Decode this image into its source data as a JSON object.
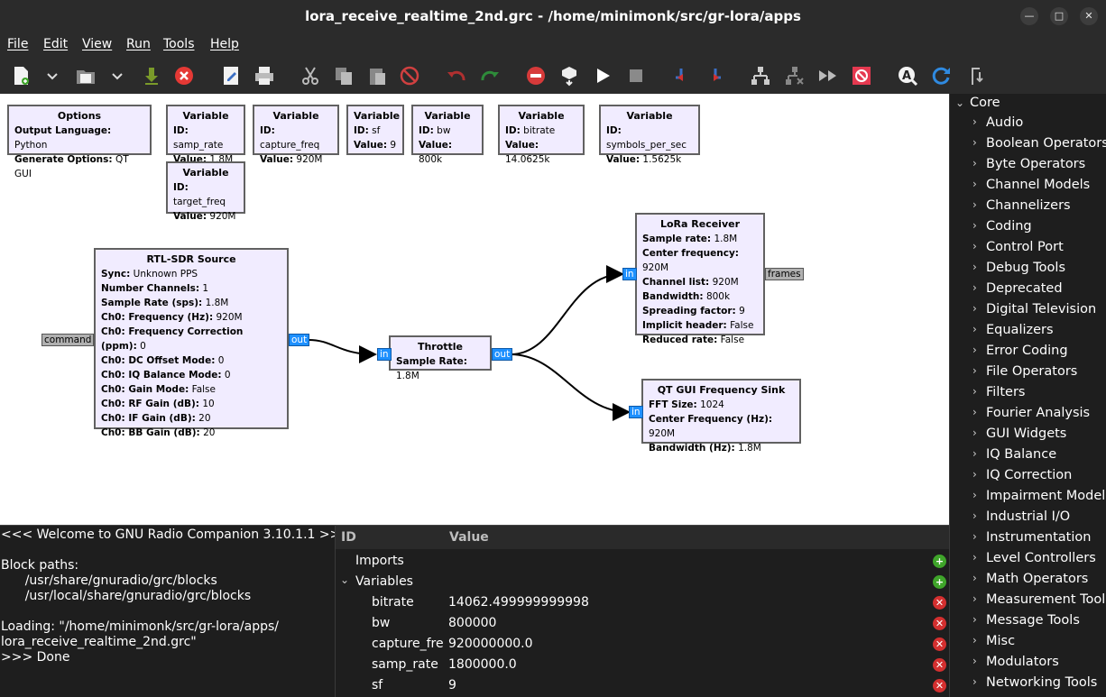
{
  "window": {
    "title": "lora_receive_realtime_2nd.grc - /home/minimonk/src/gr-lora/apps",
    "controls": [
      "minimize-icon",
      "maximize-icon",
      "close-icon"
    ]
  },
  "menu": [
    "File",
    "Edit",
    "View",
    "Run",
    "Tools",
    "Help"
  ],
  "toolbar_icons": [
    "new-file-icon",
    "dropdown-icon",
    "open-file-icon",
    "dropdown-icon",
    "save-icon",
    "close-icon",
    "edit-icon",
    "print-icon",
    "cut-icon",
    "copy-icon",
    "paste-icon",
    "delete-icon",
    "undo-icon",
    "redo-icon",
    "disable-icon",
    "generate-icon",
    "execute-icon",
    "stop-icon",
    "rotate-ccw-icon",
    "rotate-cw-icon",
    "create-hier-icon",
    "open-hier-icon",
    "bypass-icon",
    "kill-icon",
    "find-block-icon",
    "reload-icon",
    "more-icon"
  ],
  "blocks": {
    "options": {
      "title": "Options",
      "rows": [
        [
          "Output Language:",
          "Python"
        ],
        [
          "Generate Options:",
          "QT GUI"
        ]
      ]
    },
    "var_samp_rate": {
      "title": "Variable",
      "rows": [
        [
          "ID:",
          "samp_rate"
        ],
        [
          "Value:",
          "1.8M"
        ]
      ]
    },
    "var_capture_freq": {
      "title": "Variable",
      "rows": [
        [
          "ID:",
          "capture_freq"
        ],
        [
          "Value:",
          "920M"
        ]
      ]
    },
    "var_sf": {
      "title": "Variable",
      "rows": [
        [
          "ID:",
          "sf"
        ],
        [
          "Value:",
          "9"
        ]
      ]
    },
    "var_bw": {
      "title": "Variable",
      "rows": [
        [
          "ID:",
          "bw"
        ],
        [
          "Value:",
          "800k"
        ]
      ]
    },
    "var_bitrate": {
      "title": "Variable",
      "rows": [
        [
          "ID:",
          "bitrate"
        ],
        [
          "Value:",
          "14.0625k"
        ]
      ]
    },
    "var_symbols": {
      "title": "Variable",
      "rows": [
        [
          "ID:",
          "symbols_per_sec"
        ],
        [
          "Value:",
          "1.5625k"
        ]
      ]
    },
    "var_target": {
      "title": "Variable",
      "rows": [
        [
          "ID:",
          "target_freq"
        ],
        [
          "Value:",
          "920M"
        ]
      ]
    },
    "rtlsdr": {
      "title": "RTL-SDR Source",
      "rows": [
        [
          "Sync:",
          "Unknown PPS"
        ],
        [
          "Number Channels:",
          "1"
        ],
        [
          "Sample Rate (sps):",
          "1.8M"
        ],
        [
          "Ch0: Frequency (Hz):",
          "920M"
        ],
        [
          "Ch0: Frequency Correction (ppm):",
          "0"
        ],
        [
          "Ch0: DC Offset Mode:",
          "0"
        ],
        [
          "Ch0: IQ Balance Mode:",
          "0"
        ],
        [
          "Ch0: Gain Mode:",
          "False"
        ],
        [
          "Ch0: RF Gain (dB):",
          "10"
        ],
        [
          "Ch0: IF Gain (dB):",
          "20"
        ],
        [
          "Ch0: BB Gain (dB):",
          "20"
        ]
      ]
    },
    "throttle": {
      "title": "Throttle",
      "rows": [
        [
          "Sample Rate:",
          "1.8M"
        ]
      ]
    },
    "lora": {
      "title": "LoRa Receiver",
      "rows": [
        [
          "Sample rate:",
          "1.8M"
        ],
        [
          "Center frequency:",
          "920M"
        ],
        [
          "Channel list:",
          "920M"
        ],
        [
          "Bandwidth:",
          "800k"
        ],
        [
          "Spreading factor:",
          "9"
        ],
        [
          "Implicit header:",
          "False"
        ],
        [
          "Reduced rate:",
          "False"
        ]
      ]
    },
    "qtfreq": {
      "title": "QT GUI Frequency Sink",
      "rows": [
        [
          "FFT Size:",
          "1024"
        ],
        [
          "Center Frequency (Hz):",
          "920M"
        ],
        [
          "Bandwidth (Hz):",
          "1.8M"
        ]
      ]
    }
  },
  "ports": {
    "command": "command",
    "rtl_out": "out",
    "thr_in": "in",
    "thr_out": "out",
    "lora_in": "in",
    "frames": "frames",
    "qt_in": "in"
  },
  "console": {
    "text": "<<< Welcome to GNU Radio Companion 3.10.1.1 >>>\n\nBlock paths:\n      /usr/share/gnuradio/grc/blocks\n      /usr/local/share/gnuradio/grc/blocks\n\nLoading: \"/home/minimonk/src/gr-lora/apps/\nlora_receive_realtime_2nd.grc\"\n>>> Done"
  },
  "variables_panel": {
    "col_id": "ID",
    "col_value": "Value",
    "rows": [
      {
        "name": "Imports",
        "value": "",
        "action": "add"
      },
      {
        "name": "Variables",
        "value": "",
        "action": "add",
        "expander": "⌄"
      },
      {
        "name": "bitrate",
        "value": "14062.499999999998",
        "action": "del"
      },
      {
        "name": "bw",
        "value": "800000",
        "action": "del"
      },
      {
        "name": "capture_fre",
        "value": "920000000.0",
        "action": "del"
      },
      {
        "name": "samp_rate",
        "value": "1800000.0",
        "action": "del"
      },
      {
        "name": "sf",
        "value": "9",
        "action": "del"
      }
    ]
  },
  "library": {
    "root": "Core",
    "categories": [
      "Audio",
      "Boolean Operators",
      "Byte Operators",
      "Channel Models",
      "Channelizers",
      "Coding",
      "Control Port",
      "Debug Tools",
      "Deprecated",
      "Digital Television",
      "Equalizers",
      "Error Coding",
      "File Operators",
      "Filters",
      "Fourier Analysis",
      "GUI Widgets",
      "IQ Balance",
      "IQ Correction",
      "Impairment Models",
      "Industrial I/O",
      "Instrumentation",
      "Level Controllers",
      "Math Operators",
      "Measurement Tools",
      "Message Tools",
      "Misc",
      "Modulators",
      "Networking Tools"
    ]
  }
}
